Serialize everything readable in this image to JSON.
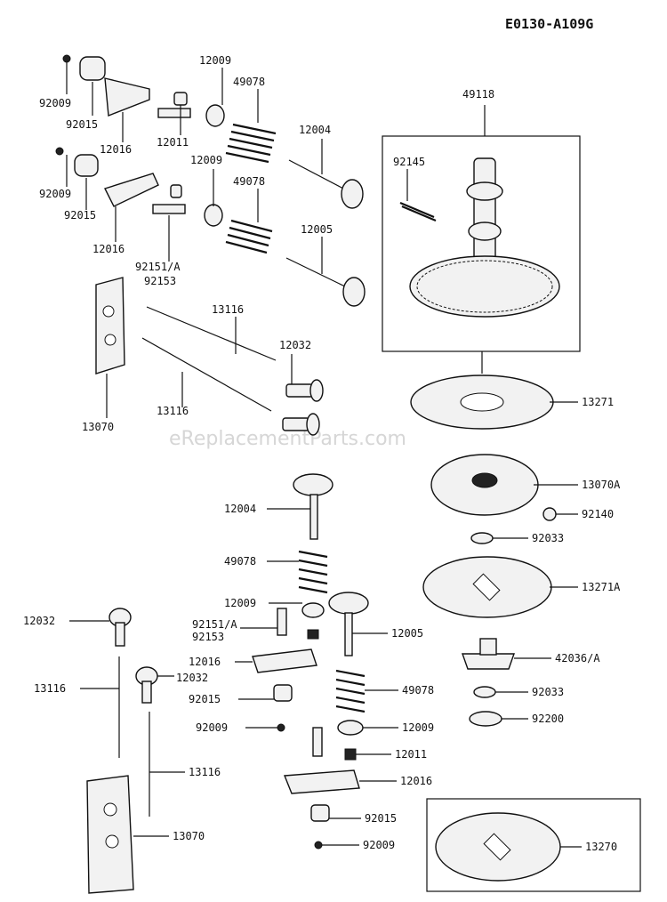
{
  "diagram_code": "E0130-A109G",
  "watermark": "eReplacementParts.com",
  "labels": {
    "l92009a": "92009",
    "l92015a": "92015",
    "l12016a": "12016",
    "l12009a": "12009",
    "l49078a": "49078",
    "l12011a": "12011",
    "l12004a": "12004",
    "l92009b": "92009",
    "l92015b": "92015",
    "l12016b": "12016",
    "l12009b": "12009",
    "l49078b": "49078",
    "l12005a": "12005",
    "l92151a": "92151/A",
    "l92153a": "92153",
    "l49118": "49118",
    "l92145": "92145",
    "l13116a": "13116",
    "l12032a": "12032",
    "l13116b": "13116",
    "l13070a": "13070",
    "l13271": "13271",
    "l13070A": "13070A",
    "l92140": "92140",
    "l92033a": "92033",
    "l13271A": "13271A",
    "l42036": "42036/A",
    "l92033b": "92033",
    "l92200": "92200",
    "l12004b": "12004",
    "l49078c": "49078",
    "l12009c": "12009",
    "l92151b": "92151/A",
    "l92153b": "92153",
    "l12005b": "12005",
    "l12032b": "12032",
    "l12016c": "12016",
    "l12032c": "12032",
    "l13116c": "13116",
    "l92015c": "92015",
    "l49078d": "49078",
    "l92009c": "92009",
    "l12009d": "12009",
    "l12011b": "12011",
    "l13116d": "13116",
    "l12016d": "12016",
    "l92015d": "92015",
    "l13070b": "13070",
    "l92009d": "92009",
    "l13270": "13270"
  }
}
